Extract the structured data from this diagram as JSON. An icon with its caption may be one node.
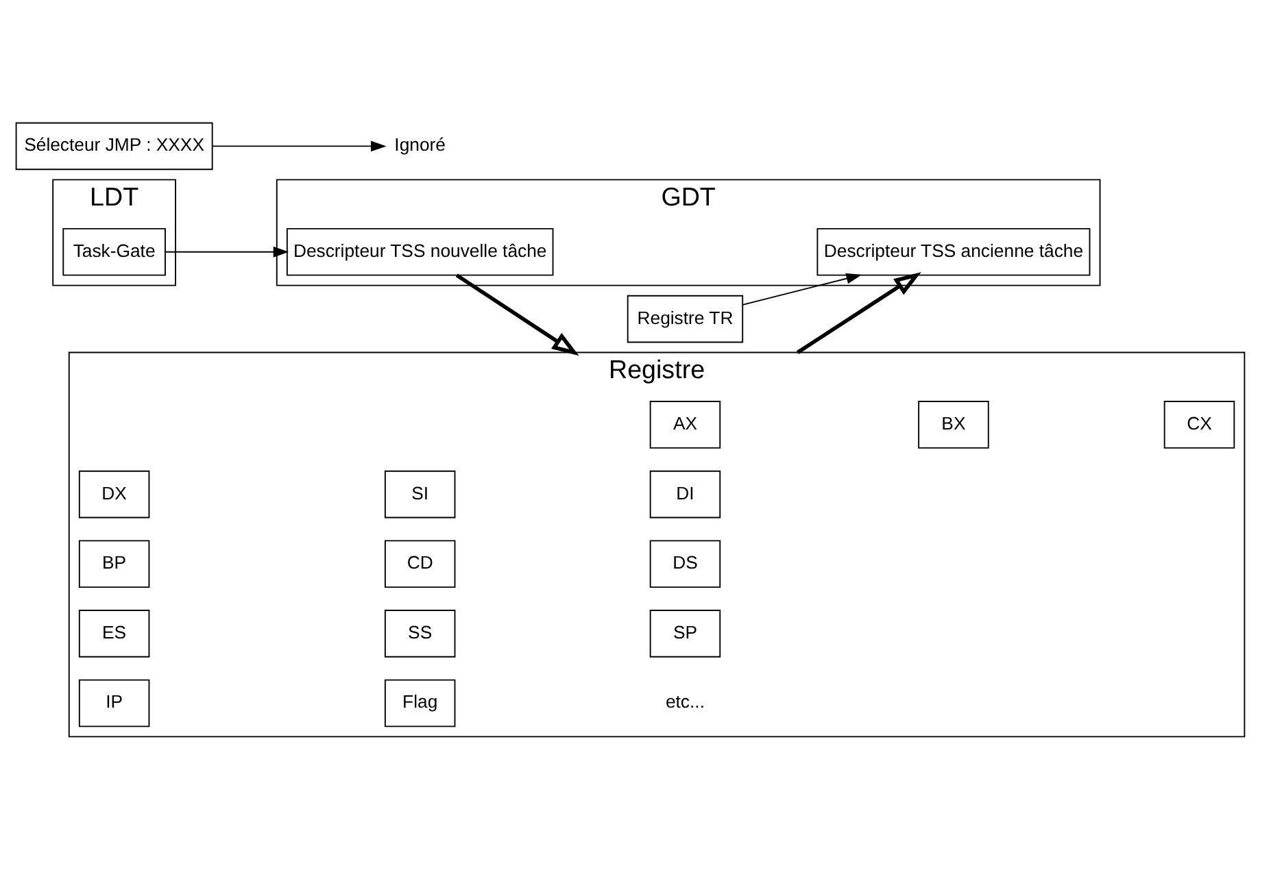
{
  "diagram": {
    "nodes": [
      {
        "text": [
          "LDT"
        ]
      },
      {
        "text": [
          "Task-Gate"
        ],
        "in": 0
      },
      {
        "text": [
          "GDT"
        ]
      },
      {
        "text": [
          "Descripteur TSS ancienne tâche"
        ],
        "in": 2
      },
      {
        "text": [
          "Descripteur TSS nouvelle tâche"
        ],
        "in": 2
      },
      {
        "text": [
          "Registre TR"
        ]
      },
      {
        "text": [
          "Registre"
        ]
      },
      {
        "text": [
          "AX"
        ],
        "in": 6
      },
      {
        "text": [
          "BX"
        ],
        "in": 6
      },
      {
        "text": [
          "CX"
        ],
        "in": 6
      },
      {
        "text": [
          "DX"
        ],
        "in": 6
      },
      {
        "text": [
          "SI"
        ],
        "in": 6
      },
      {
        "text": [
          "DI"
        ],
        "in": 6
      },
      {
        "text": [
          "BP"
        ],
        "in": 6
      },
      {
        "text": [
          "CD"
        ],
        "in": 6
      },
      {
        "text": [
          "DS"
        ],
        "in": 6
      },
      {
        "text": [
          "ES"
        ],
        "in": 6
      },
      {
        "text": [
          "SS"
        ],
        "in": 6
      },
      {
        "text": [
          "SP"
        ],
        "in": 6
      },
      {
        "text": [
          "IP"
        ],
        "in": 6
      },
      {
        "text": [
          "Flag"
        ],
        "in": 6
      },
      {
        "text": [
          "Sélecteur JMP : XXXX"
        ]
      },
      {
        "text": [
          "Ignoré"
        ]
      }
    ],
    "edges": [
      {
        "from": 1,
        "to": 4,
        "arrow": "to"
      },
      {
        "from": 5,
        "to": 3,
        "arrow": "to"
      },
      {
        "from": 6,
        "to": 3,
        "arrow": "to",
        "style": "thick"
      },
      {
        "from": 4,
        "to": 6,
        "arrow": "to",
        "style": "thick"
      },
      {
        "from": 21,
        "to": 22,
        "arrow": "to"
      }
    ],
    "labels": [
      "etc..."
    ]
  }
}
